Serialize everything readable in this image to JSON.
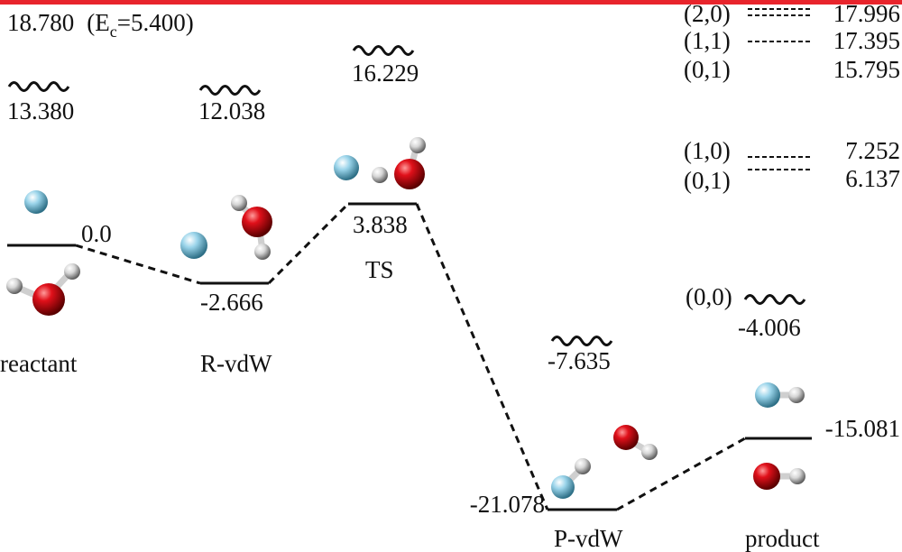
{
  "top_bar_color": "#e8242c",
  "line_color": "#111111",
  "header": {
    "energy": "18.780",
    "ec_label": "(E",
    "ec_sub": "c",
    "ec_value": "=5.400)"
  },
  "stationary_points": [
    {
      "id": "reactant",
      "label": "reactant",
      "energy": 0.0,
      "energy_label": "0.0",
      "zpe_label": "13.380"
    },
    {
      "id": "r-vdw",
      "label": "R-vdW",
      "energy": -2.666,
      "energy_label": "-2.666",
      "zpe_label": "12.038"
    },
    {
      "id": "ts",
      "label": "TS",
      "energy": 3.838,
      "energy_label": "3.838",
      "zpe_label": "16.229"
    },
    {
      "id": "p-vdw",
      "label": "P-vdW",
      "energy": -21.078,
      "energy_label": "-21.078",
      "zpe_label": "-7.635"
    },
    {
      "id": "product",
      "label": "product",
      "energy": -15.081,
      "energy_label": "-15.081"
    }
  ],
  "vibrational_states": [
    {
      "state": "(2,0)",
      "energy": "17.996"
    },
    {
      "state": "(1,1)",
      "energy": "17.395"
    },
    {
      "state": "(0,1)",
      "energy": "15.795"
    },
    {
      "state": "(1,0)",
      "energy": "7.252"
    },
    {
      "state": "(0,1)",
      "energy": "6.137"
    },
    {
      "state": "(0,0)",
      "energy": "-4.006"
    }
  ],
  "atom_colors": {
    "oxygen": "#e0101a",
    "fluorine": "#8fd0e8",
    "hydrogen": "#d8d8d8"
  }
}
